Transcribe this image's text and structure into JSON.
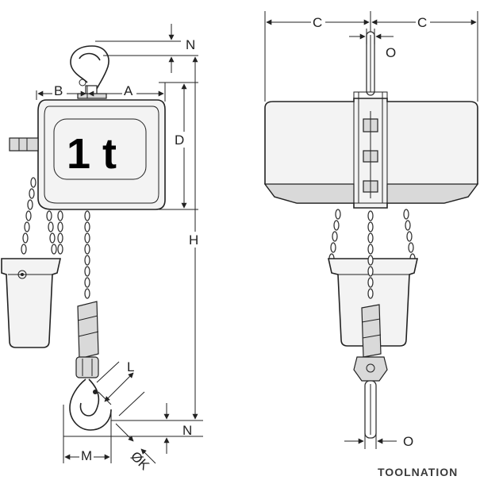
{
  "dimensions": {
    "A": "A",
    "B": "B",
    "C_left": "C",
    "C_right": "C",
    "D": "D",
    "H": "H",
    "L": "L",
    "M": "M",
    "N_top": "N",
    "N_bottom": "N",
    "O_top": "O",
    "O_bottom": "O",
    "K": "ØK"
  },
  "capacity_label": "1 t",
  "watermark": "TOOLNATION"
}
